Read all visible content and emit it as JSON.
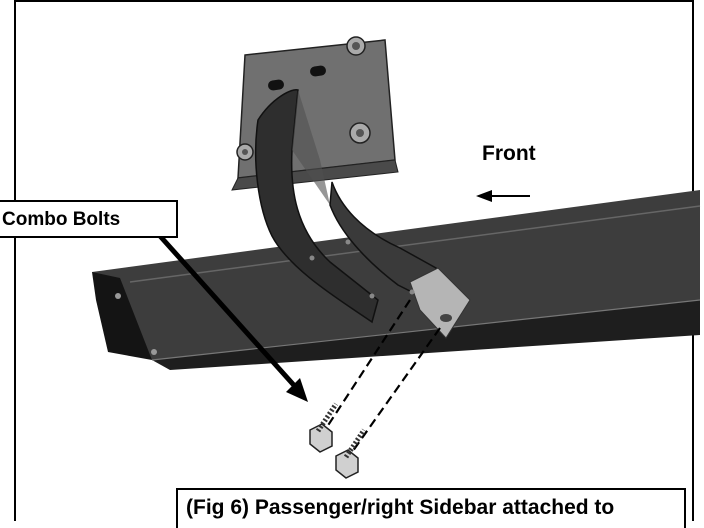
{
  "labels": {
    "combo_bolts": "Combo Bolts",
    "front": "Front",
    "caption": "(Fig 6) Passenger/right Sidebar attached to"
  },
  "colors": {
    "frame": "#000000",
    "bar_top": "#3c3c3c",
    "bar_side": "#1f1f1f",
    "bracket": "#2e2e2e",
    "plate": "#6e6e6e"
  }
}
